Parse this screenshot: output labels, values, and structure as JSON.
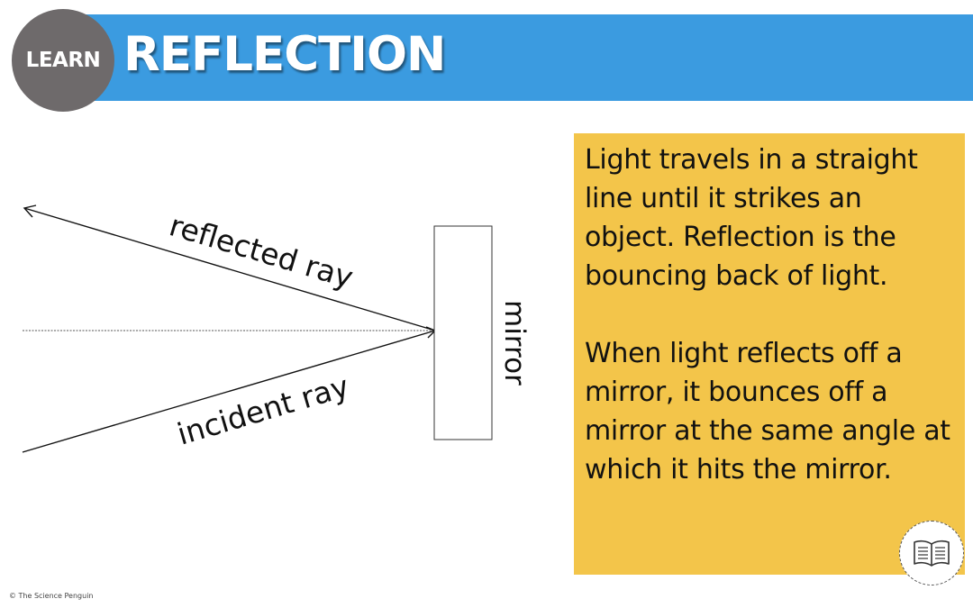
{
  "header": {
    "badge_label": "LEARN",
    "title": "REFLECTION",
    "bar_color": "#3b9be0",
    "badge_color": "#6e6a6b"
  },
  "diagram": {
    "labels": {
      "reflected": "reflected ray",
      "incident": "incident ray",
      "mirror": "mirror"
    }
  },
  "info": {
    "paragraph_1": "Light travels in a straight line until it strikes an object. Reflection is the bouncing back of light.",
    "paragraph_2": "When light reflects off a mirror, it bounces off a mirror at the same angle at which it hits the mirror.",
    "box_color": "#f3c54a",
    "icon": "open-book-icon"
  },
  "footer": {
    "copyright": "© The Science Penguin"
  }
}
